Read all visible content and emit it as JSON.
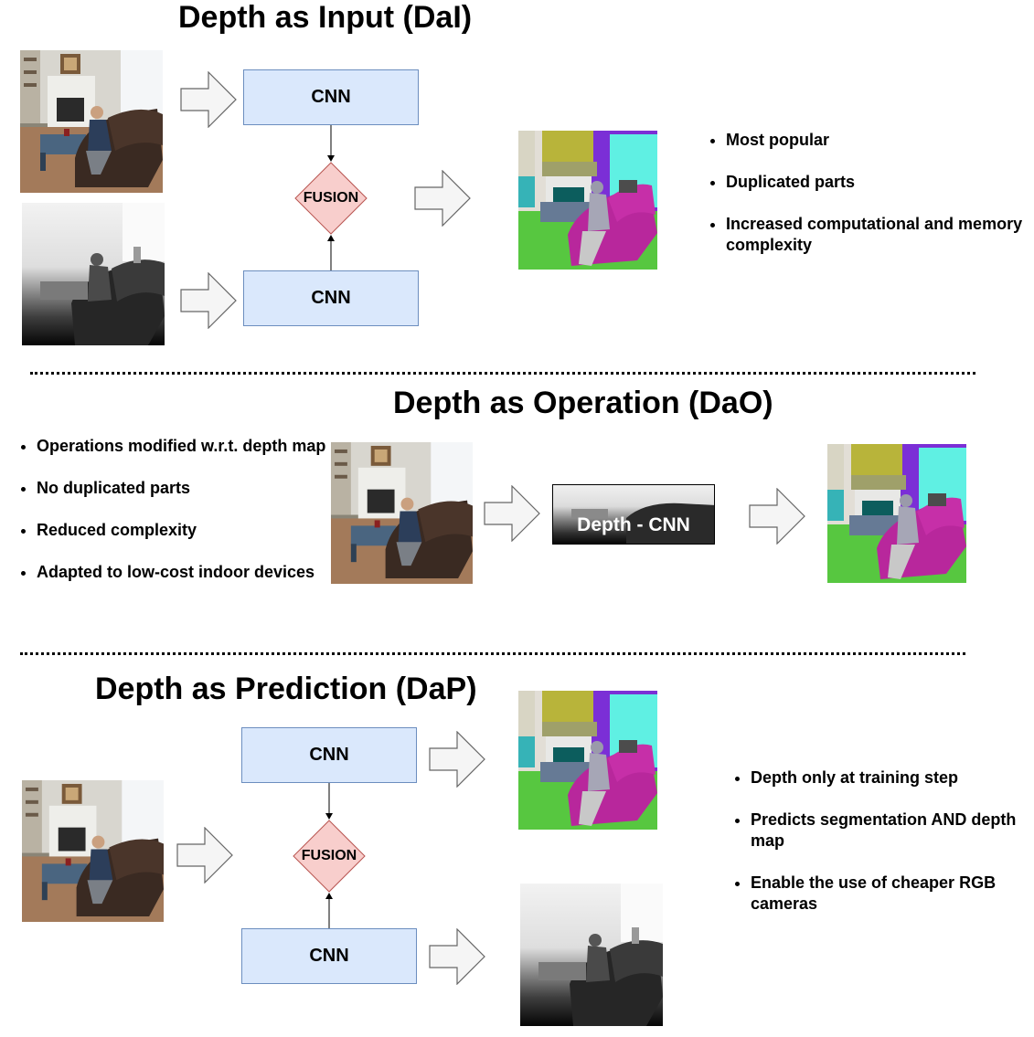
{
  "dai": {
    "title": "Depth as Input (DaI)",
    "cnn_top": "CNN",
    "cnn_bottom": "CNN",
    "fusion": "FUSION",
    "bullets": [
      "Most popular",
      "Duplicated parts",
      "Increased computational and memory complexity"
    ]
  },
  "dao": {
    "title": "Depth as Operation (DaO)",
    "depth_cnn": "Depth - CNN",
    "bullets": [
      "Operations modified w.r.t. depth map",
      "No duplicated parts",
      "Reduced complexity",
      "Adapted to low-cost indoor devices"
    ]
  },
  "dap": {
    "title": "Depth as Prediction (DaP)",
    "cnn_top": "CNN",
    "cnn_bottom": "CNN",
    "fusion": "FUSION",
    "bullets": [
      "Depth only at training step",
      "Predicts segmentation AND depth map",
      "Enable the use of cheaper RGB cameras"
    ]
  },
  "colors": {
    "cnn_fill": "#dae8fc",
    "cnn_stroke": "#6c8ebf",
    "fusion_fill": "#f8cecc",
    "fusion_stroke": "#b85450",
    "arrow_fill": "#f5f5f5",
    "arrow_stroke": "#666666"
  },
  "icons": {
    "rgb_image": "rgb-room-photo",
    "depth_image": "depth-map",
    "segmentation_image": "segmentation-map",
    "arrow": "block-arrow-right"
  }
}
